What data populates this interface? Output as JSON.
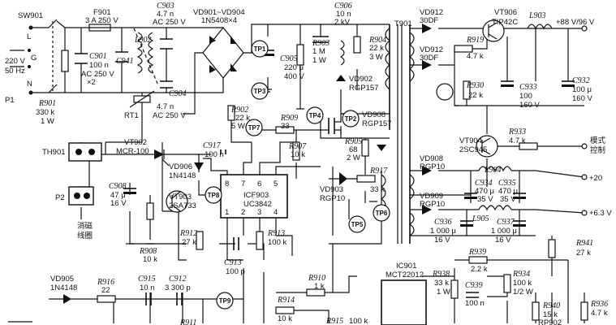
{
  "schematic": {
    "input": {
      "switch": "SW901",
      "terminal_l": "L",
      "terminal_g": "G",
      "terminal_n": "N",
      "supply": "220 V",
      "freq": "50 Hz",
      "plug": "P1",
      "fuse_ref": "F901",
      "fuse_val": "3 A 250 V",
      "c903_ref": "C903",
      "c903_v1": "4.7 n",
      "c903_v2": "AC 250 V",
      "c901_ref": "C901",
      "c901_v1": "100 n",
      "c901_v2": "AC 250 V",
      "c901_v3": "×2",
      "c941_ref": "C941",
      "l902_ref": "L902",
      "c904_ref": "C904",
      "c904_v1": "4.7 n",
      "c904_v2": "AC 250 V",
      "r901_ref": "R901",
      "r901_v1": "330 k",
      "r901_v2": "1 W",
      "rt1_ref": "RT1"
    },
    "rectifier": {
      "bridge_ref": "VD901~VD904",
      "bridge_val": "1N5408×4",
      "tp1": "TP1",
      "c905_ref": "C905",
      "c905_v1": "220 μ",
      "c905_v2": "400 V",
      "c906_ref": "C906",
      "c906_v1": "10 n",
      "c906_v2": "2 kV",
      "r903_ref": "R903",
      "r903_v1": "1 M",
      "r903_v2": "1 W",
      "r904_ref": "R904",
      "r904_v1": "22 k",
      "r904_v2": "3 W",
      "vd902_ref": "VD902",
      "vd902_val": "RGP157",
      "r902_ref": "R902",
      "r902_v1": "22 k",
      "r902_v2": "5 W",
      "tp3": "TP3",
      "tp7": "TP7",
      "tp4": "TP4",
      "tp2": "TP2",
      "vd908b_ref": "VD908",
      "vd908b_val": "RGP157",
      "r909_ref": "R909",
      "r909_val": "33",
      "r907_ref": "R907",
      "r907_val": "10 k",
      "r905_ref": "R905",
      "r905_v1": "68",
      "r905_v2": "2 W"
    },
    "control": {
      "th901": "TH901",
      "p2": "P2",
      "degauss_l1": "消磁",
      "degauss_l2": "线圈",
      "vt902_ref": "VT902",
      "vt902_val": "MCR-100",
      "vd906_ref": "VD906",
      "vd906_val": "1N4148",
      "c917_ref": "C917",
      "c917_val": "100 n",
      "c908_ref": "C908",
      "c908_v1": "47 μ",
      "c908_v2": "16 V",
      "vt903_ref": "VT903",
      "vt903_val": "2SA733",
      "tp8": "TP8",
      "ic_ref": "ICF903",
      "ic_val": "UC3842",
      "pins_top": [
        "8",
        "7",
        "6",
        "5"
      ],
      "pins_bottom": [
        "1",
        "2",
        "3",
        "4"
      ],
      "r908_ref": "R908",
      "r908_val": "10 k",
      "r912_ref": "R912",
      "r912_val": "27 k",
      "r913_ref": "R913",
      "r913_val": "100 k",
      "c913_ref": "C913",
      "c913_val": "100 p",
      "vd903_ref": "VD903",
      "vd903_val": "RGP10",
      "r917_ref": "R917",
      "r917_val": "33 k",
      "tp6": "TP6",
      "tp5": "TP5"
    },
    "lower": {
      "vd905_ref": "VD905",
      "vd905_val": "1N4148",
      "r916_ref": "R916",
      "r916_val": "22",
      "c915_ref": "C915",
      "c915_val": "10 n",
      "c912_ref": "C912",
      "c912_val": "3 300 p",
      "tp9": "TP9",
      "r911_ref": "R911",
      "r910_ref": "R910",
      "r910_val": "1 k",
      "r914_ref": "R914",
      "r914_val": "10 k",
      "r915_ref": "R915",
      "r915_val": "100 k"
    },
    "secondary": {
      "t901": "T901",
      "vd912a_ref": "VD912",
      "vd912a_val": "30DF",
      "vd912b_ref": "VD912",
      "vd912b_val": "30DF",
      "r919_ref": "R919",
      "r919_val": "4.7 k",
      "vt906_ref": "VT906",
      "vt906_val": "TIP42C",
      "l903_ref": "L903",
      "out_88": "+88 V/96 V",
      "r930_ref": "R930",
      "r930_val": "22 k",
      "c933_ref": "C933",
      "c933_v1": "100",
      "c933_v2": "160 V",
      "c932_ref": "C932",
      "c932_v1": "100 μ",
      "c932_v2": "160 V",
      "vt904_ref": "VT904",
      "vt904_val": "2SC945",
      "r933_ref": "R933",
      "r933_val": "4.7 k",
      "mode_l1": "模式",
      "mode_l2": "控制",
      "vd908_ref": "VD908",
      "vd908_val": "RGP10",
      "l904_ref": "L904",
      "c934_ref": "C934",
      "c934_v1": "470 μ",
      "c934_v2": "35 V",
      "c935_ref": "C935",
      "c935_v1": "470 μ",
      "c935_v2": "35 V",
      "out_20": "+20",
      "vd909_ref": "VD909",
      "vd909_val": "RGP10",
      "l905_ref": "L905",
      "c936_ref": "C936",
      "c936_v1": "1 000 μ",
      "c936_v2": "16 V",
      "c937_ref": "C937",
      "c937_v1": "1 000 μ",
      "c937_v2": "16 V",
      "out_63": "+6.3 V",
      "r939_ref": "R939",
      "r939_val": "2.2 k",
      "r941_ref": "R941",
      "r941_val": "27 k",
      "ic901_ref": "IC901",
      "ic901_val": "MCT22012",
      "r938_ref": "R938",
      "r938_v1": "33 k",
      "r938_v2": "1 W",
      "c939_ref": "C939",
      "c939_val": "100 n",
      "r934_ref": "R934",
      "r934_v1": "100 k",
      "r934_v2": "1/2 W",
      "r940_ref": "R940",
      "r940_val": "15 k",
      "rp902_ref": "RP902",
      "r936_ref": "R936",
      "r936_val": "4.7 k"
    }
  }
}
